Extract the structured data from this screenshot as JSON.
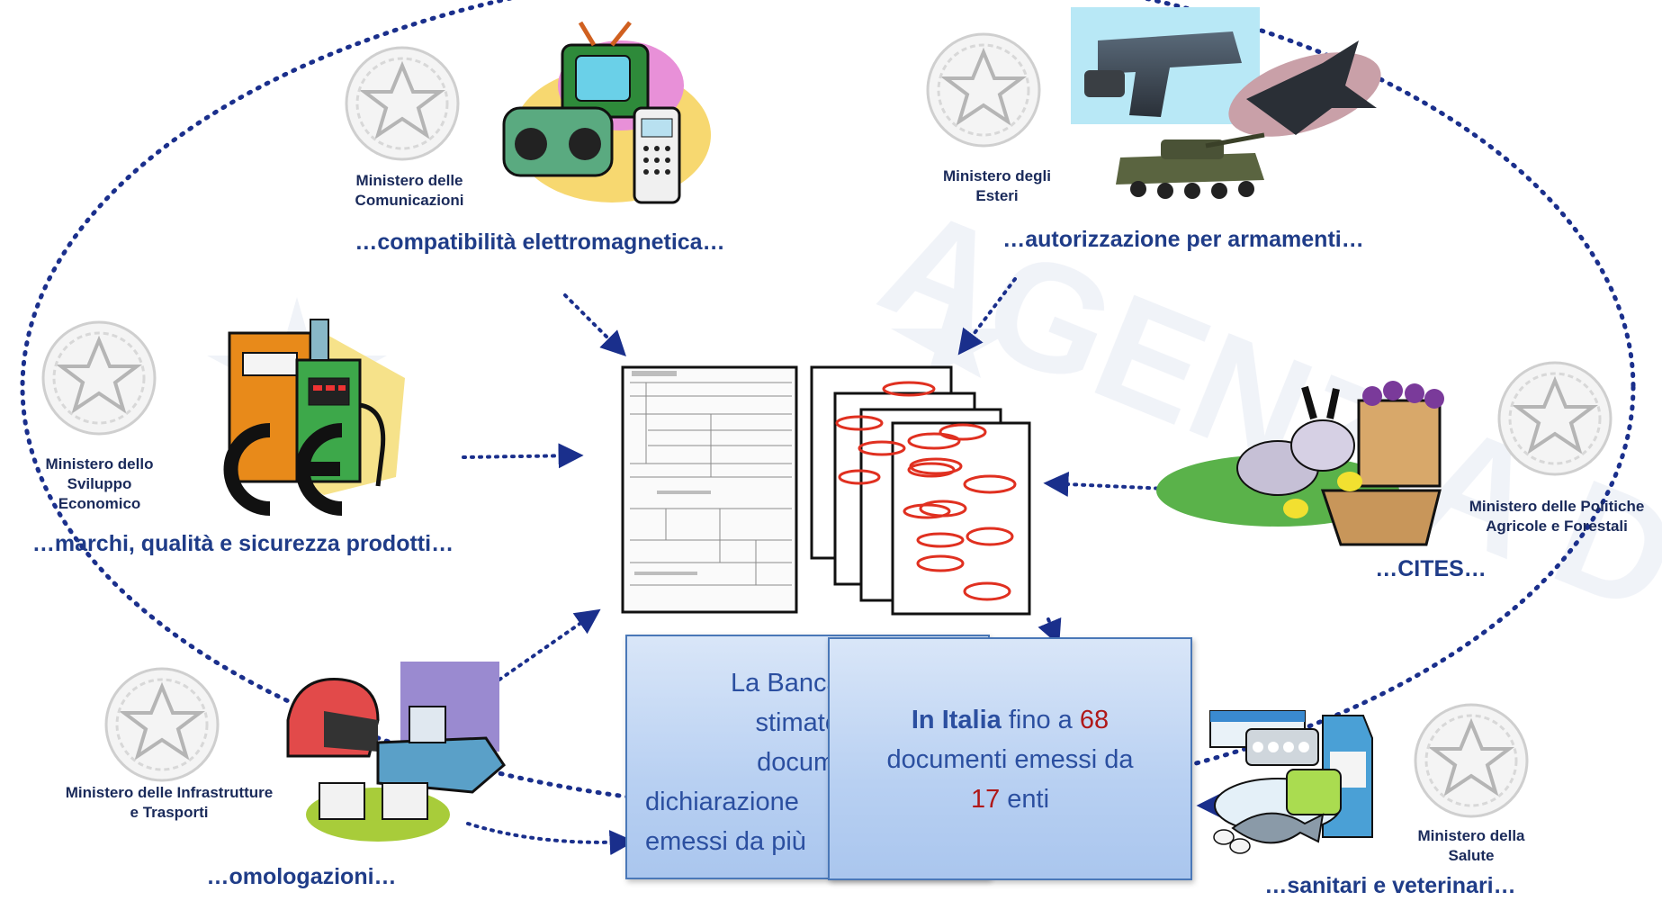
{
  "ministries": {
    "comunicazioni": "Ministero delle Comunicazioni",
    "esteri": "Ministero degli Esteri",
    "sviluppo": "Ministero dello Sviluppo Economico",
    "agricole": "Ministero delle Politiche Agricole e Forestali",
    "infrastrutture": "Ministero delle Infrastrutture e Trasporti",
    "salute": "Ministero della Salute"
  },
  "captions": {
    "emc": "…compatibilità elettromagnetica…",
    "arms": "…autorizzazione per armamenti…",
    "ce": "…marchi, qualità e sicurezza prodotti…",
    "cites": "…CITES…",
    "homolog": "…omologazioni…",
    "health": "…sanitari e veterinari…"
  },
  "back_box": {
    "lines": [
      "La Banca Mo",
      "stimato fi",
      "documer",
      "dichiarazione",
      "emessi da più"
    ]
  },
  "front_box": {
    "bold": "In Italia",
    "mid": " fino a ",
    "docs_count": "68",
    "line2": "documenti emessi da",
    "entities_count": "17",
    "entities_label": " enti"
  },
  "watermark": "AGENZIA DOGANE",
  "colors": {
    "dots": "#1a2f8c",
    "caption": "#1f3c88",
    "box_text": "#2b4fa0",
    "highlight": "#b01818",
    "oval": "#e03020"
  }
}
